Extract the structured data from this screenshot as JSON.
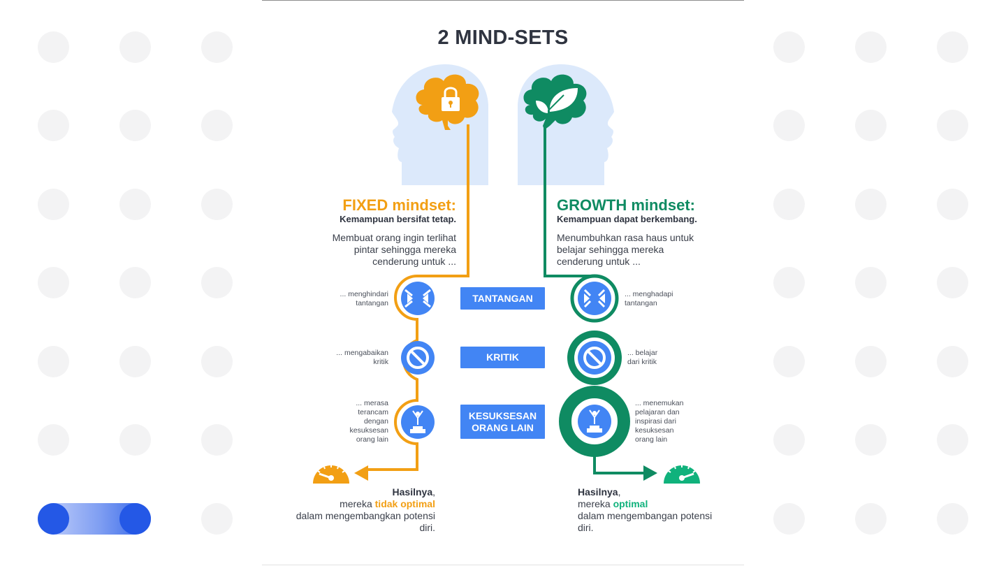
{
  "title": "2 MIND-SETS",
  "fixed": {
    "heading": "FIXED mindset:",
    "subheading": "Kemampuan bersifat tetap.",
    "description": "Membuat orang ingin terlihat pintar sehingga mereka cenderung untuk ...",
    "items": [
      "... menghindari tantangan",
      "... mengabaikan kritik",
      "... merasa terancam dengan kesuksesan orang lain"
    ],
    "result_bold": "Hasilnya",
    "result_pre": "mereka",
    "result_highlight": "tidak optimal",
    "result_post": "dalam mengembangkan potensi diri.",
    "color": "#f29f14"
  },
  "growth": {
    "heading": "GROWTH mindset:",
    "subheading": "Kemampuan dapat berkembang.",
    "description": "Menumbuhkan rasa haus untuk belajar sehingga mereka cenderung untuk ...",
    "items": [
      "... menghadapi tantangan",
      "... belajar dari kritik",
      "... menemukan pelajaran dan inspirasi dari kesuksesan orang lain"
    ],
    "result_bold": "Hasilnya",
    "result_pre": "mereka",
    "result_highlight": "optimal",
    "result_post": "dalam mengembangan potensi diri.",
    "color": "#0f8b62"
  },
  "categories": [
    "TANTANGAN",
    "KRITIK",
    "KESUKSESAN ORANG LAIN"
  ],
  "icons": {
    "fixed_head": "lock-icon",
    "growth_head": "leaf-icon",
    "challenge": "arrows-in-icon",
    "criticism": "prohibited-icon",
    "success": "person-on-podium-icon",
    "gauge": "speedometer-icon"
  },
  "colors": {
    "accent_blue": "#4285f4",
    "head_fill": "#dce9fb",
    "fixed": "#f29f14",
    "growth": "#0f8b62",
    "growth_light": "#10b27c"
  }
}
